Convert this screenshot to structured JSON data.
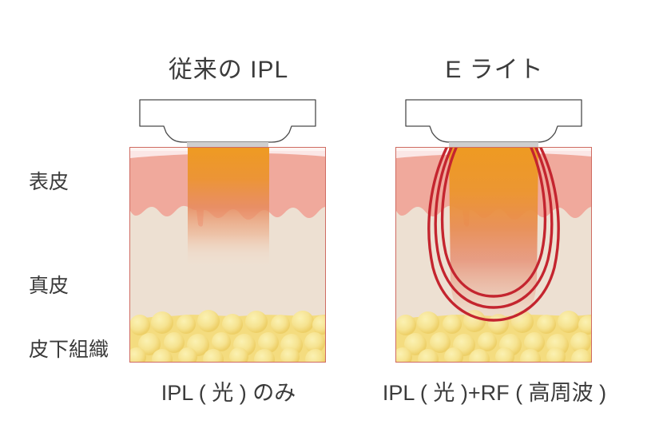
{
  "panels": [
    {
      "id": "conventional-ipl",
      "title": "従来の IPL",
      "caption": "IPL ( 光 ) のみ",
      "beam": {
        "label": "ipl-light-beam",
        "top_color": "#ee9a22",
        "mid_color": "#e98d55",
        "fade_color": "#f6d8c4",
        "depth_label": "shallow",
        "x": 72,
        "width": 102,
        "depth": 148
      },
      "rf": null
    },
    {
      "id": "e-light",
      "title": "E ライト",
      "caption": "IPL ( 光 )+RF ( 高周波 )",
      "beam": {
        "label": "ipl-light-beam",
        "top_color": "#ee9a22",
        "mid_color": "#e98d55",
        "fade_color": "#f3cfc0",
        "depth_label": "deep",
        "x": 66,
        "width": 112,
        "depth": 226
      },
      "rf": {
        "label": "rf-field-lines",
        "color": "#c4252f",
        "stroke_width": 3.4,
        "curve_count": 3,
        "depths": [
          168,
          200,
          228
        ]
      }
    }
  ],
  "layer_labels": [
    {
      "id": "epidermis",
      "text": "表皮"
    },
    {
      "id": "dermis",
      "text": "真皮"
    },
    {
      "id": "subcutaneous",
      "text": "皮下組織"
    }
  ],
  "skin_layers": {
    "stratum_corneum": {
      "name": "stratum-corneum",
      "color": "#fbe7e6"
    },
    "epidermis": {
      "name": "epidermis",
      "color": "#f0a99c"
    },
    "dermis": {
      "name": "dermis",
      "color": "#ede0d2"
    },
    "subcutaneous_fat": {
      "name": "subcutaneous-fat",
      "color": "#f4dc7f"
    },
    "fat_cell_highlight": {
      "name": "fat-cell",
      "color": "#faefaa"
    },
    "border": {
      "name": "skin-block-border",
      "color": "#cf6b62"
    }
  },
  "applicator": {
    "name": "treatment-handpiece",
    "body_fill": "#ffffff",
    "outline": "#4b4b4b",
    "emitter_fill": "#cfcfcf",
    "emitter_name": "emitter-window"
  },
  "background": "#ffffff",
  "text_color": "#3b3b3b"
}
